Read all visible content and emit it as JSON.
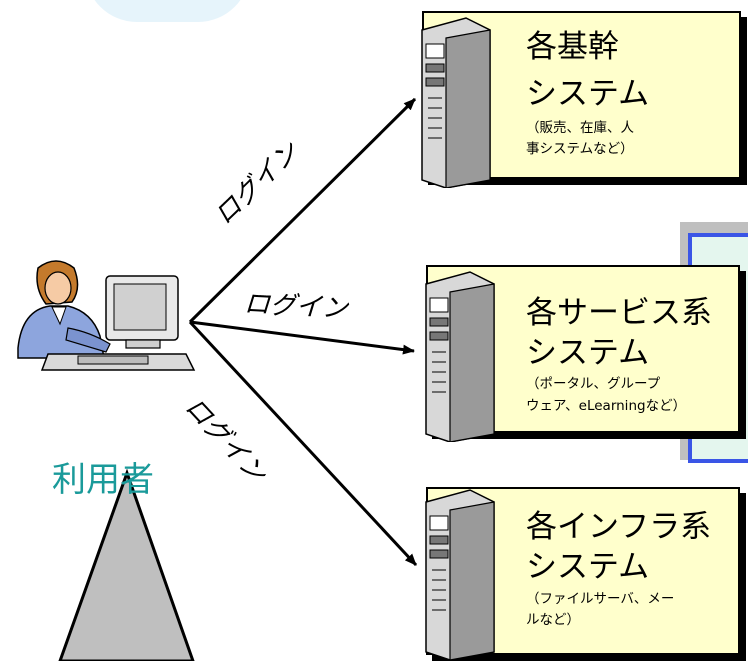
{
  "user": {
    "label": "利用者"
  },
  "login_label": "ログイン",
  "systems": [
    {
      "title_line1": "各基幹",
      "title_line2": "システム",
      "sub_line1": "（販売、在庫、人",
      "sub_line2": "事システムなど）"
    },
    {
      "title_line1": "各サービス系",
      "title_line2": "システム",
      "sub_line1": "（ポータル、グループ",
      "sub_line2": "ウェア、eLearningなど）"
    },
    {
      "title_line1": "各インフラ系",
      "title_line2": "システム",
      "sub_line1": "（ファイルサーバ、メー",
      "sub_line2": "ルなど）"
    }
  ]
}
